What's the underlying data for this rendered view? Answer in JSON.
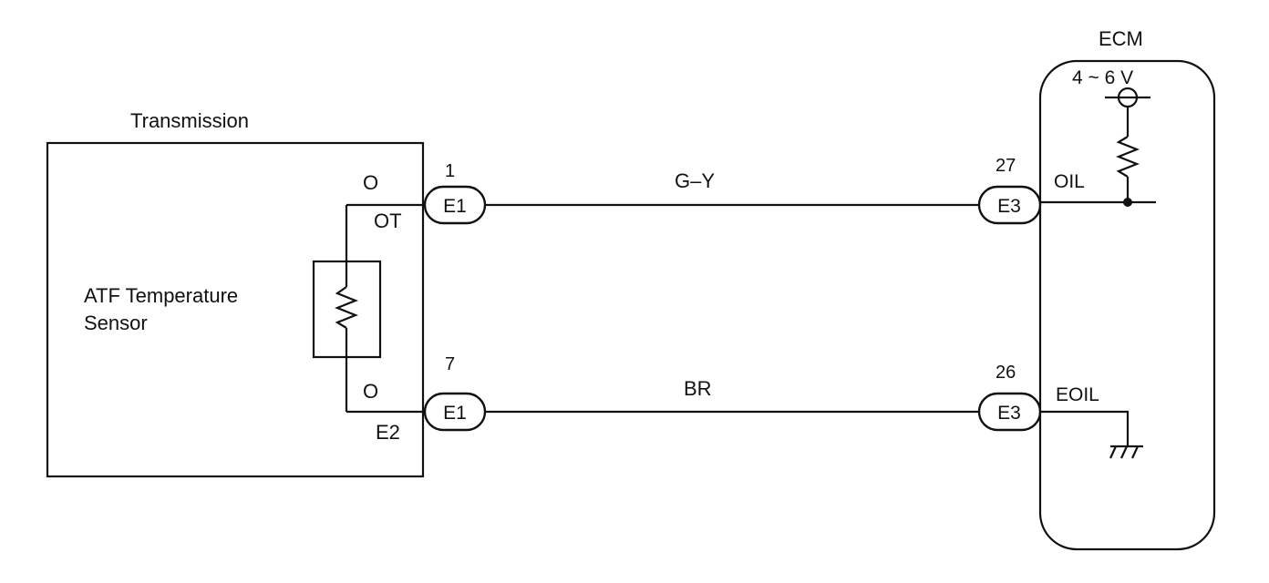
{
  "transmission": {
    "title": "Transmission",
    "sensor_label_line1": "ATF Temperature",
    "sensor_label_line2": "Sensor",
    "terminal_top_mark": "O",
    "terminal_top_name": "OT",
    "terminal_bottom_mark": "O",
    "terminal_bottom_name": "E2"
  },
  "connectors": {
    "e1_top": {
      "pin": "1",
      "label": "E1"
    },
    "e1_bottom": {
      "pin": "7",
      "label": "E1"
    },
    "e3_top": {
      "pin": "27",
      "label": "E3"
    },
    "e3_bottom": {
      "pin": "26",
      "label": "E3"
    }
  },
  "wires": {
    "top": "G–Y",
    "bottom": "BR"
  },
  "ecm": {
    "title": "ECM",
    "voltage": "4 ~ 6 V",
    "terminal_top": "OIL",
    "terminal_bottom": "EOIL"
  },
  "icons": [
    "resistor-icon",
    "voltage-source-icon",
    "ground-icon",
    "junction-dot-icon"
  ]
}
